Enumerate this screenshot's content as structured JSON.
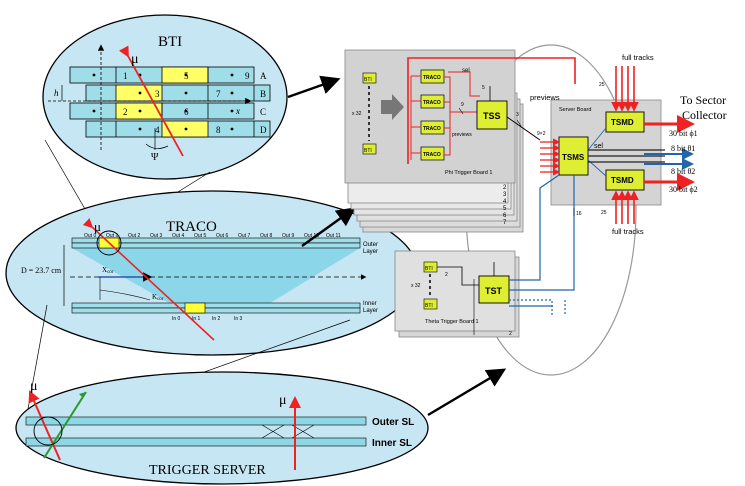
{
  "bti": {
    "title": "BTI",
    "mu": "μ",
    "h": "h",
    "x": "x",
    "psi": "Ψ",
    "rows": [
      "A",
      "B",
      "C",
      "D"
    ],
    "cells": [
      "1",
      "5",
      "9",
      "3",
      "7",
      "2",
      "6",
      "4",
      "8"
    ]
  },
  "traco": {
    "title": "TRACO",
    "mu": "μ",
    "distance": "D = 23.7 cm",
    "outer_layer": [
      "Outer",
      "Layer"
    ],
    "inner_layer": [
      "Inner",
      "Layer"
    ],
    "xcor": "X",
    "xcor_sub": "cor",
    "kcor": "K",
    "kcor_sub": "cor",
    "out_labels": [
      "Out 0",
      "Out 1",
      "Out 2",
      "Out 3",
      "Out 4",
      "Out 5",
      "Out 6",
      "Out 7",
      "Out 8",
      "Out 9",
      "Out 10",
      "Out 11"
    ],
    "in_labels": [
      "In 0",
      "In 1",
      "In 2",
      "In 3"
    ]
  },
  "trigger_server": {
    "title": "TRIGGER SERVER",
    "mu_left": "μ",
    "mu_center": "μ",
    "outer_sl": "Outer SL",
    "inner_sl": "Inner SL"
  },
  "phi_board": {
    "label": "Phi Trigger Board 1",
    "bti": "BTI",
    "x32": "x 32",
    "traco": "TRACO",
    "tss": "TSS",
    "sel": "sel",
    "previews": "previews",
    "n9": "9",
    "n5": "5",
    "n3": "3",
    "stack_numbers": [
      "2",
      "3",
      "4",
      "5",
      "6",
      "7"
    ]
  },
  "theta_board": {
    "label": "Theta Trigger Board 1",
    "bti": "BTI",
    "x32": "x 32",
    "tst": "TST",
    "n2": "2",
    "stack_number": "2"
  },
  "server_board": {
    "label": "Server Board",
    "tsms": "TSMS",
    "tsmd": "TSMD",
    "sel": "sel",
    "previews": "previews",
    "full_tracks": "full tracks",
    "n25": "25",
    "n16": "16",
    "n9x2": "9×2"
  },
  "outputs": {
    "title_line1": "To Sector",
    "title_line2": "Collector",
    "items": [
      "30 bit ϕ1",
      "8 bit θ1",
      "8 bit θ2",
      "30 bit ϕ2"
    ]
  },
  "colors": {
    "accent_red": "#ee2222",
    "chip_yellow": "#ddee33",
    "tube_blue": "#9fdde8",
    "ellipse_blue": "#c6e6f4",
    "link_blue": "#2266aa",
    "title_blue": "#1f5fa6"
  }
}
